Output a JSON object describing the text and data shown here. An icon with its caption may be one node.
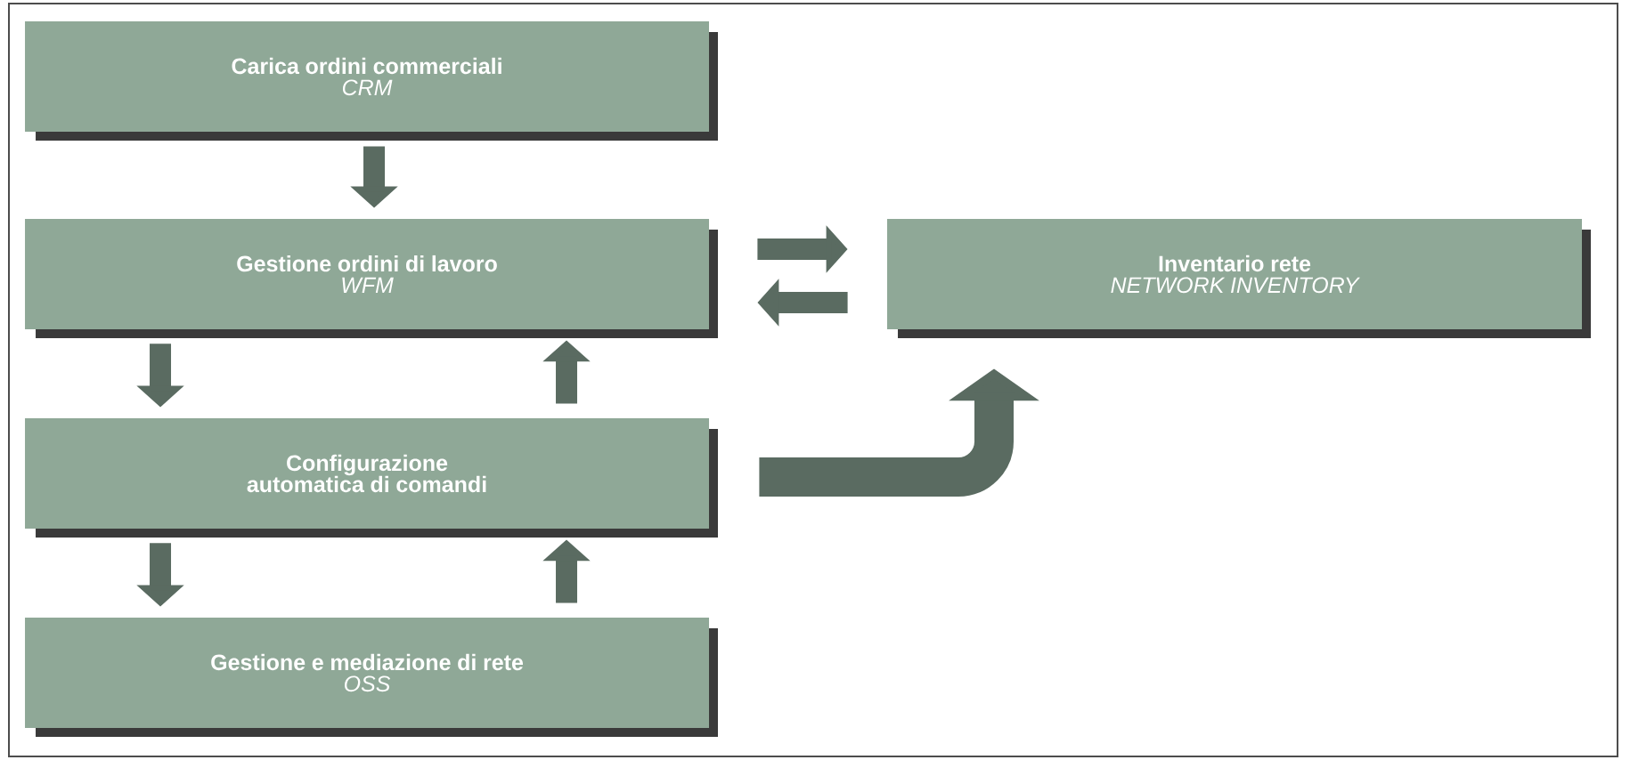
{
  "diagram": {
    "nodes": [
      {
        "text": [
          "Carica ordini commerciali",
          "CRM"
        ]
      },
      {
        "text": [
          "Gestione ordini di lavoro",
          "WFM"
        ]
      },
      {
        "text": [
          "Configurazione automatica di comandi"
        ]
      },
      {
        "text": [
          "Gestione e mediazione di rete",
          "OSS"
        ]
      },
      {
        "text": [
          "Inventario rete",
          "NETWORK INVENTORY"
        ]
      }
    ],
    "edges": [
      {
        "from": 0,
        "to": 1,
        "arrow": "to"
      },
      {
        "from": 1,
        "to": 2,
        "arrow": "to"
      },
      {
        "from": 2,
        "to": 1,
        "arrow": "to"
      },
      {
        "from": 2,
        "to": 3,
        "arrow": "to"
      },
      {
        "from": 3,
        "to": 2,
        "arrow": "to"
      },
      {
        "from": 1,
        "to": 4,
        "arrow": "to"
      },
      {
        "from": 4,
        "to": 1,
        "arrow": "to"
      },
      {
        "from": 2,
        "to": 4,
        "arrow": "to",
        "style": "thick"
      }
    ]
  }
}
